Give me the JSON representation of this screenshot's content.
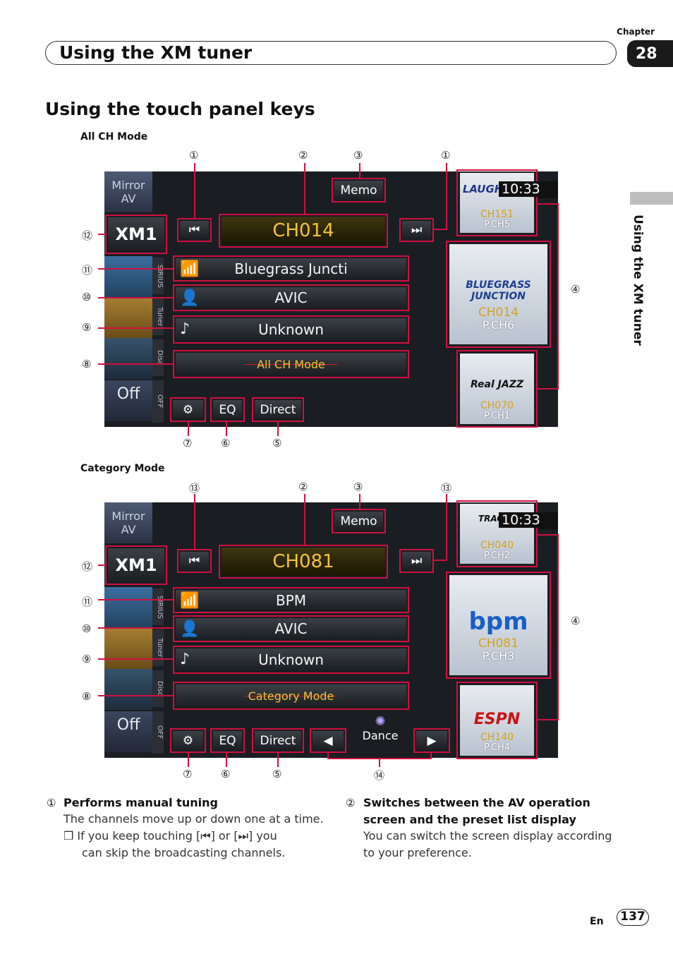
{
  "header": {
    "chapter_label": "Chapter",
    "chapter_number": "28",
    "title": "Using the XM tuner",
    "side_tab": "Using the XM tuner"
  },
  "section_title": "Using the touch panel keys",
  "screens": [
    {
      "caption": "All CH Mode",
      "top_callouts": [
        "①",
        "②",
        "③",
        "①"
      ],
      "bottom_callouts": [
        "⑦",
        "⑥",
        "⑤"
      ],
      "left_callouts": [
        "⑫",
        "⑪",
        "⑩",
        "⑨",
        "⑧"
      ],
      "right_callout": "④",
      "side_icons": [
        "Mirror AV",
        "XM1",
        "Off"
      ],
      "vtabs": [
        "SIRIUS",
        "Tuner",
        "Disc",
        "OFF"
      ],
      "memo": "Memo",
      "channel": "CH014",
      "station": "Bluegrass Juncti",
      "artist": "AVIC",
      "song": "Unknown",
      "mode": "All CH Mode",
      "eq": "EQ",
      "direct": "Direct",
      "clock": "10:33",
      "presets": [
        {
          "logo": "LAUGH USA",
          "ch": "CH151",
          "pch": "P.CH5"
        },
        {
          "logo": "BLUEGRASS JUNCTION",
          "ch": "CH014",
          "pch": "P.CH6"
        },
        {
          "logo": "Real JAZZ",
          "ch": "CH070",
          "pch": "P.CH1"
        }
      ]
    },
    {
      "caption": "Category Mode",
      "top_callouts": [
        "⑬",
        "②",
        "③",
        "⑬"
      ],
      "bottom_callouts": [
        "⑦",
        "⑥",
        "⑤",
        "⑭"
      ],
      "left_callouts": [
        "⑫",
        "⑪",
        "⑩",
        "⑨",
        "⑧"
      ],
      "right_callout": "④",
      "side_icons": [
        "Mirror AV",
        "XM1",
        "Off"
      ],
      "vtabs": [
        "SIRIUS",
        "Tuner",
        "Disc",
        "OFF"
      ],
      "memo": "Memo",
      "channel": "CH081",
      "station": "BPM",
      "artist": "AVIC",
      "song": "Unknown",
      "mode": "Category Mode",
      "eq": "EQ",
      "direct": "Direct",
      "category": "Dance",
      "clock": "10:33",
      "presets": [
        {
          "logo": "TRACKS",
          "ch": "CH040",
          "pch": "P.CH2"
        },
        {
          "logo": "bpm",
          "ch": "CH081",
          "pch": "P.CH3"
        },
        {
          "logo": "ESPN",
          "ch": "CH140",
          "pch": "P.CH4"
        }
      ]
    }
  ],
  "descriptions": [
    {
      "num": "①",
      "title": "Performs manual tuning",
      "lines": [
        "The channels move up or down one at a time."
      ],
      "note": [
        "❒ If you keep touching [⏮] or [⏭] you",
        "can skip the broadcasting channels."
      ]
    },
    {
      "num": "②",
      "title": [
        "Switches between the AV operation",
        "screen and the preset list display"
      ],
      "lines": [
        "You can switch the screen display according",
        "to your preference."
      ]
    }
  ],
  "footer": {
    "lang": "En",
    "page": "137"
  }
}
